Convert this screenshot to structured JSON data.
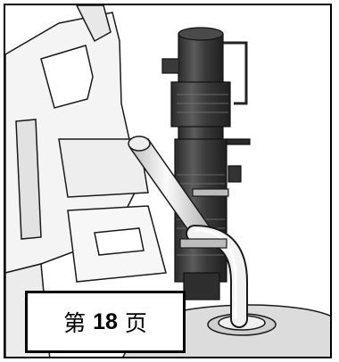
{
  "page_label": {
    "prefix": "第",
    "number": "18",
    "suffix": "页"
  },
  "colors": {
    "line": "#1a1a1a",
    "metal": "#3c3c3c",
    "seat": "#f2f2f2",
    "tube": "#e6e6e6",
    "background": "#ffffff"
  }
}
